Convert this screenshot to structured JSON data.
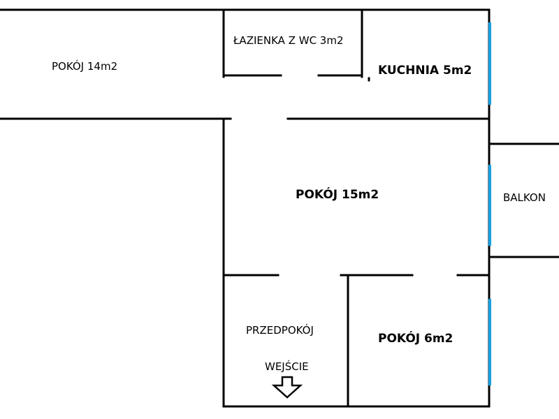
{
  "colors": {
    "walls": "#000000",
    "windows": "#1aa0e0",
    "background": "#ffffff"
  },
  "rooms": {
    "pokoj14": "POKÓJ 14m2",
    "lazienka": "ŁAZIENKA Z WC 3m2",
    "kuchnia": "KUCHNIA 5m2",
    "pokoj15": "POKÓJ 15m2",
    "balkon": "BALKON",
    "przedpokoj": "PRZEDPOKÓJ",
    "pokoj6": "POKÓJ 6m2"
  },
  "entrance": {
    "label": "WEJŚCIE",
    "icon": "arrow-down-icon"
  }
}
